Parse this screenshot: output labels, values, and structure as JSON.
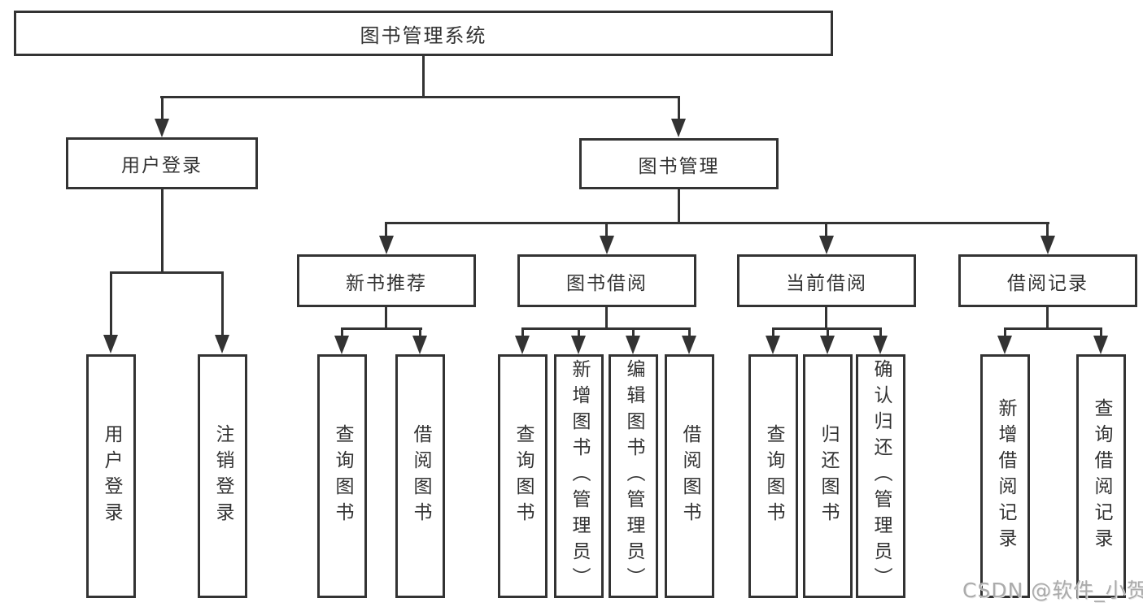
{
  "diagram": {
    "root": "图书管理系统",
    "branches": [
      {
        "label": "用户登录",
        "children": [
          "用户登录",
          "注销登录"
        ]
      },
      {
        "label": "图书管理",
        "children": [
          {
            "label": "新书推荐",
            "children": [
              "查询图书",
              "借阅图书"
            ]
          },
          {
            "label": "图书借阅",
            "children": [
              "查询图书",
              "新增图书（管理员）",
              "编辑图书（管理员）",
              "借阅图书"
            ]
          },
          {
            "label": "当前借阅",
            "children": [
              "查询图书",
              "归还图书",
              "确认归还（管理员）"
            ]
          },
          {
            "label": "借阅记录",
            "children": [
              "新增借阅记录",
              "查询借阅记录"
            ]
          }
        ]
      }
    ]
  },
  "watermark": "CSDN @软件_小贺同学",
  "colors": {
    "line": "#333333",
    "text": "#333333",
    "background": "#ffffff",
    "watermark": "#ababab"
  }
}
